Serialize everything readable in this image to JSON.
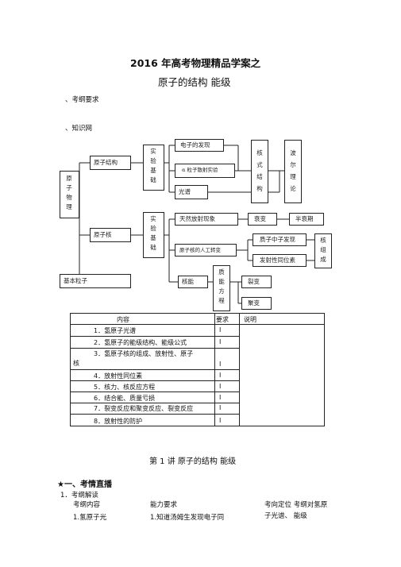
{
  "header": {
    "title": "2016 年高考物理精品学案之",
    "subtitle": "原子的结构  能级",
    "section_outline": "、考纲要求",
    "section_network": "、知识网"
  },
  "diagram": {
    "root": [
      "原",
      "子",
      "物",
      "理"
    ],
    "atom_structure": "原子结构",
    "nucleus": "原子核",
    "elementary": "基本粒子",
    "exp_basis_1": [
      "实",
      "验",
      "基",
      "础"
    ],
    "exp_basis_2": [
      "实",
      "验",
      "基",
      "础"
    ],
    "electron_discovery": "电子的发现",
    "alpha_scattering": "α 粒子散射实验",
    "spectrum": "光谱",
    "nuclear_model": [
      "核",
      "式",
      "结",
      "构"
    ],
    "bohr_theory": [
      "波",
      "尔",
      "理",
      "论"
    ],
    "natural_radioactivity": "天然放射现象",
    "decay": "衰变",
    "half_life": "半衰期",
    "artificial_transmutation": "原子核的人工转变",
    "proton_neutron": "质子中子发现",
    "radioisotope": "发射性同位素",
    "nuclear_composition": [
      "核",
      "组",
      "成"
    ],
    "nuclear_energy": "核能",
    "mass_energy_eq": [
      "质",
      "能",
      "方",
      "程"
    ],
    "fission": "裂变",
    "fusion": "聚变"
  },
  "table": {
    "headers": {
      "content": "内容",
      "requirement": "要求",
      "note": "说明"
    },
    "rows": [
      {
        "content": "1．氢原子光谱",
        "req": "Ⅰ"
      },
      {
        "content": "2．氢原子的能级结构、能级公式",
        "req": "Ⅰ"
      },
      {
        "content_line1": "3．氢原子核的组成、放射性、原子",
        "content_line2": "核",
        "req": "Ⅰ"
      },
      {
        "content": "4．放射性同位素",
        "req": "Ⅰ"
      },
      {
        "content": "5．核力、核反应方程",
        "req": "Ⅰ"
      },
      {
        "content": "6．结合能、质量亏损",
        "req": "Ⅰ"
      },
      {
        "content": "7．裂变反应和聚变反应、裂变反应",
        "req": "Ⅰ"
      },
      {
        "content": "8．放射性的防护",
        "req": "Ⅰ"
      }
    ]
  },
  "lecture": {
    "heading": "第  1 讲  原子的结构  能级",
    "star_section": "★一、考情直播",
    "sub1": "1．考纲解读",
    "col1_head": "考纲内容",
    "col2_head": "能力要求",
    "col3_head": "考向定位  考纲对氢原",
    "col1_item": "1.氢原子光",
    "col2_item": "1.知道汤姆生发现电子同",
    "col3_item": "子光谱、  能级"
  }
}
